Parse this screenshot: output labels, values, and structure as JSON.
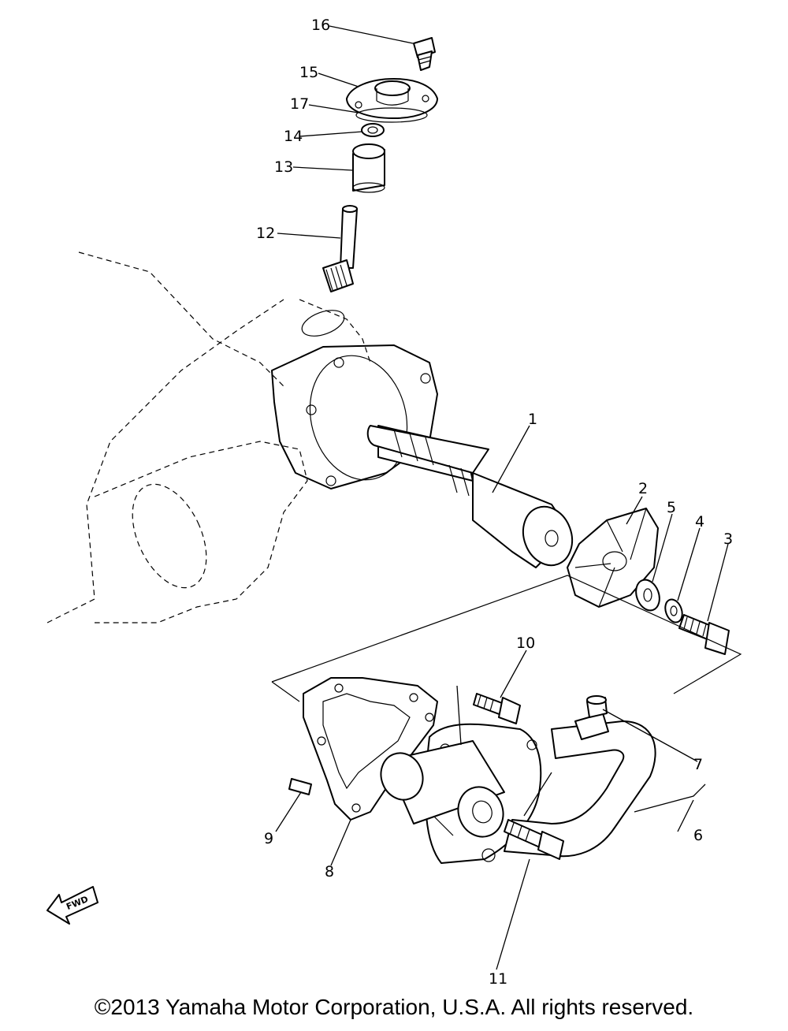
{
  "callouts": [
    {
      "id": "1",
      "label": "1"
    },
    {
      "id": "2",
      "label": "2"
    },
    {
      "id": "3",
      "label": "3"
    },
    {
      "id": "4",
      "label": "4"
    },
    {
      "id": "5",
      "label": "5"
    },
    {
      "id": "6",
      "label": "6"
    },
    {
      "id": "7",
      "label": "7"
    },
    {
      "id": "8",
      "label": "8"
    },
    {
      "id": "9",
      "label": "9"
    },
    {
      "id": "10",
      "label": "10"
    },
    {
      "id": "11",
      "label": "11"
    },
    {
      "id": "12",
      "label": "12"
    },
    {
      "id": "13",
      "label": "13"
    },
    {
      "id": "14",
      "label": "14"
    },
    {
      "id": "15",
      "label": "15"
    },
    {
      "id": "16",
      "label": "16"
    },
    {
      "id": "17",
      "label": "17"
    }
  ],
  "fwd_arrow": {
    "label": "FWD",
    "icon": "fwd-arrow-icon"
  },
  "footer": {
    "copyright": "©2013 Yamaha Motor Corporation, U.S.A. All rights reserved."
  }
}
